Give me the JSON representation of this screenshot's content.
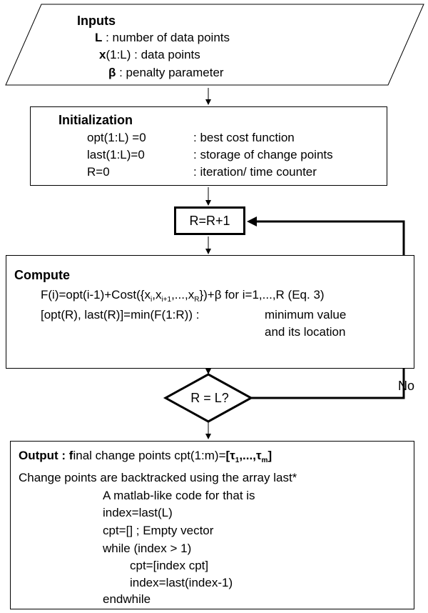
{
  "inputs": {
    "title": "Inputs",
    "L_sym": "L",
    "L_desc": " : number of data points",
    "x_sym": "x",
    "x_desc": "(1:L) : data points",
    "beta_sym": "β",
    "beta_desc": " : penalty parameter"
  },
  "init": {
    "title": "Initialization",
    "rows": [
      {
        "left": "opt(1:L) =0",
        "right": ": best cost function"
      },
      {
        "left": "last(1:L)=0",
        "right": ": storage of change points"
      },
      {
        "left": "R=0",
        "right": ": iteration/ time counter"
      }
    ]
  },
  "increment": {
    "label": "R=R+1"
  },
  "compute": {
    "title": "Compute",
    "eq_a": "F(i)=opt(i-1)+Cost({x",
    "sub_i": "i",
    "comma1": ",x",
    "sub_i1": "i+1",
    "dots": ",...,x",
    "sub_R": "R",
    "eq_b": "})+β for i=1,...,R (Eq. 3)",
    "min_left": "[opt(R), last(R)]=min(F(1:R)) :",
    "min_right_1": "minimum value",
    "min_right_2": "and its location"
  },
  "decision": {
    "label": "R = L?",
    "no_label": "No"
  },
  "output": {
    "title_bold": "Output : f",
    "title_rest": "inal change points cpt(1:m)=",
    "tau_open": "[τ",
    "tau_sub1": "1",
    "tau_mid": ",...,τ",
    "tau_subm": "m",
    "tau_close": "]",
    "line2": "Change points are backtracked  using the array last*",
    "code": [
      "A matlab-like code for that is",
      "index=last(L)",
      "cpt=[]    ; Empty vector",
      "while (index > 1)",
      "cpt=[index cpt]",
      "index=last(index-1)",
      "endwhile"
    ]
  }
}
